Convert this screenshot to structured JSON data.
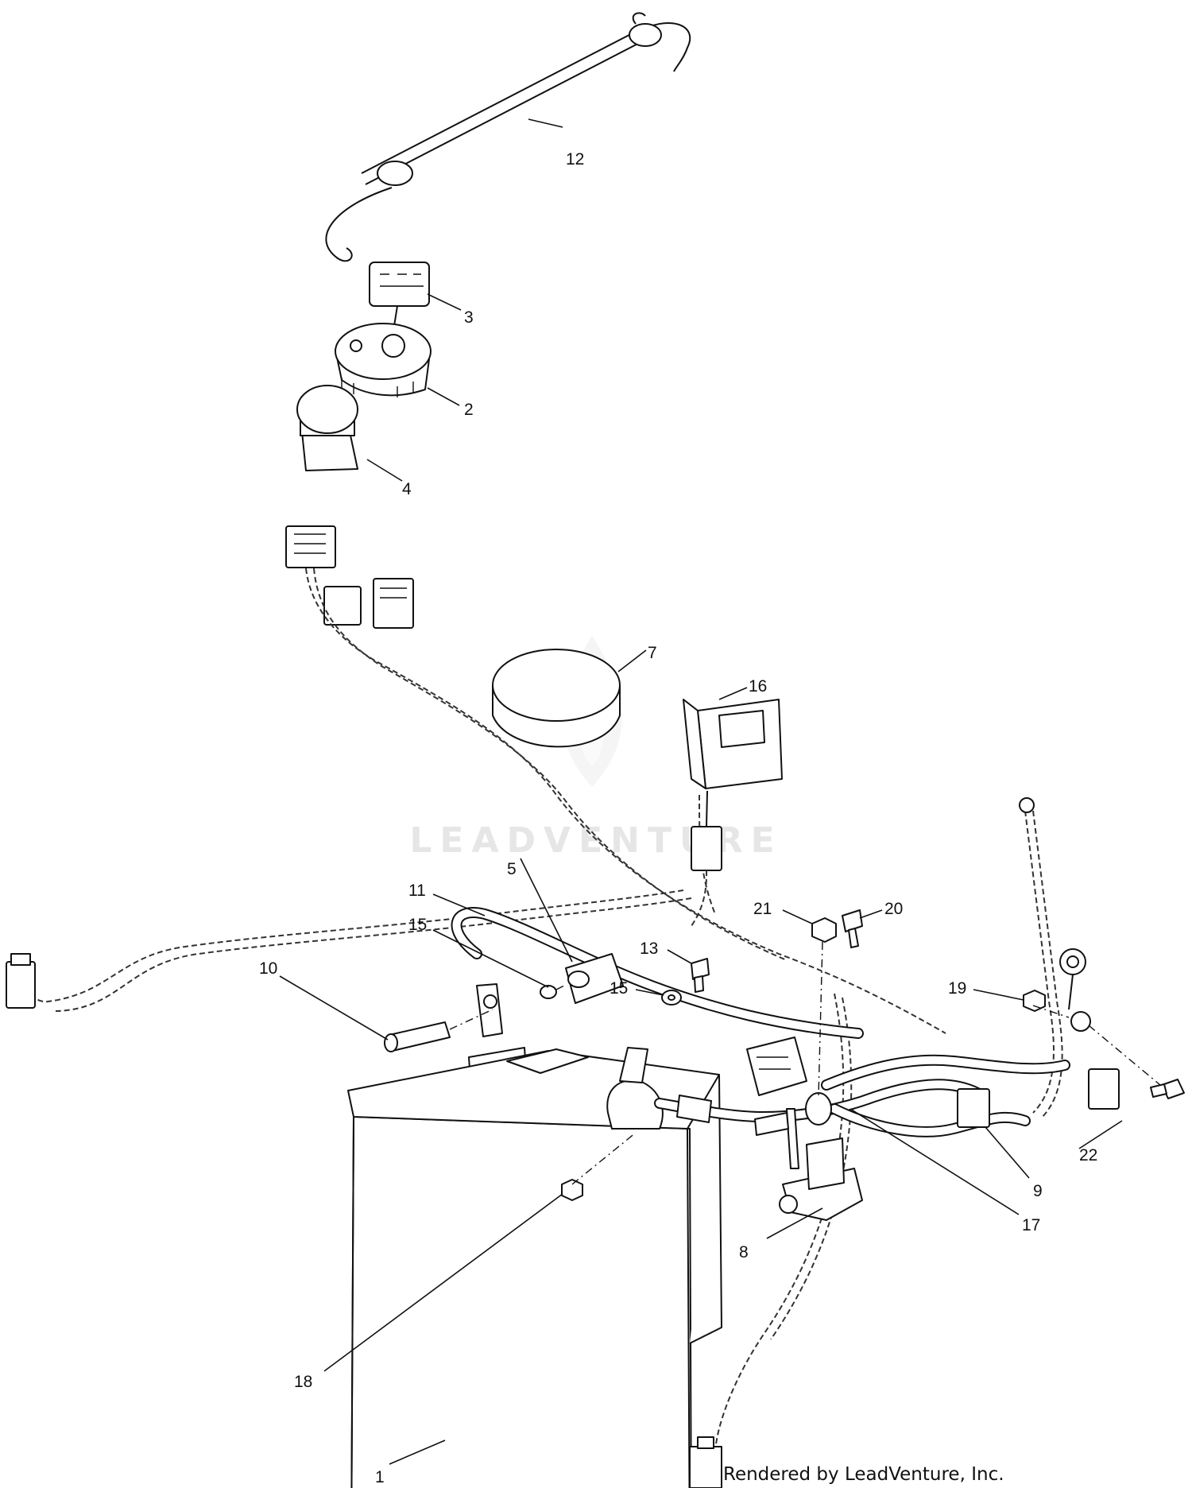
{
  "watermark": "LEADVENTURE",
  "credit": "Rendered by LeadVenture, Inc.",
  "callouts": [
    {
      "id": "12",
      "label": "12"
    },
    {
      "id": "3",
      "label": "3"
    },
    {
      "id": "2",
      "label": "2"
    },
    {
      "id": "4",
      "label": "4"
    },
    {
      "id": "7",
      "label": "7"
    },
    {
      "id": "16",
      "label": "16"
    },
    {
      "id": "11",
      "label": "11"
    },
    {
      "id": "5",
      "label": "5"
    },
    {
      "id": "15a",
      "label": "15"
    },
    {
      "id": "10",
      "label": "10"
    },
    {
      "id": "21",
      "label": "21"
    },
    {
      "id": "20",
      "label": "20"
    },
    {
      "id": "19",
      "label": "19"
    },
    {
      "id": "13",
      "label": "13"
    },
    {
      "id": "15b",
      "label": "15"
    },
    {
      "id": "22",
      "label": "22"
    },
    {
      "id": "9",
      "label": "9"
    },
    {
      "id": "17",
      "label": "17"
    },
    {
      "id": "8",
      "label": "8"
    },
    {
      "id": "18",
      "label": "18"
    },
    {
      "id": "1",
      "label": "1"
    }
  ]
}
